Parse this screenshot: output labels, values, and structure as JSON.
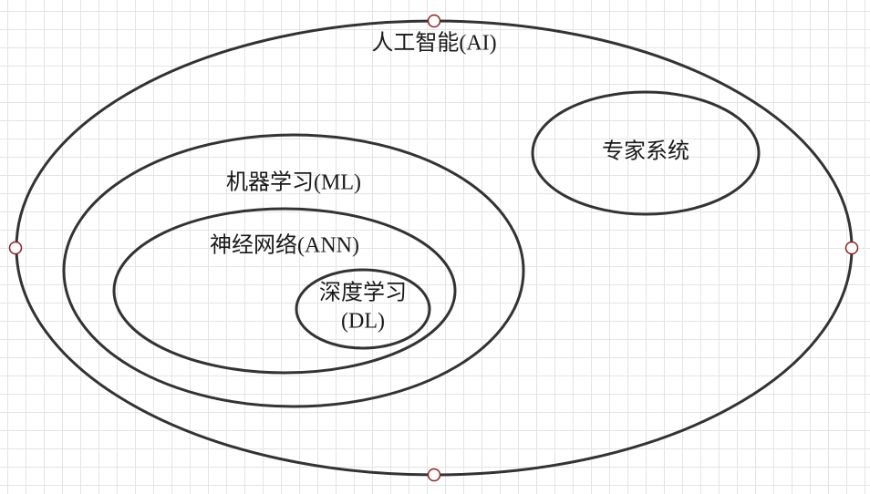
{
  "diagram": {
    "ai_label": "人工智能(AI)",
    "expert_label": "专家系统",
    "ml_label": "机器学习(ML)",
    "ann_label": "神经网络(ANN)",
    "dl_label_line1": "深度学习",
    "dl_label_line2": "(DL)"
  },
  "colors": {
    "stroke": "#333333",
    "handle_stroke": "#8b2222",
    "grid": "#e4e4e4",
    "background": "#ffffff"
  }
}
